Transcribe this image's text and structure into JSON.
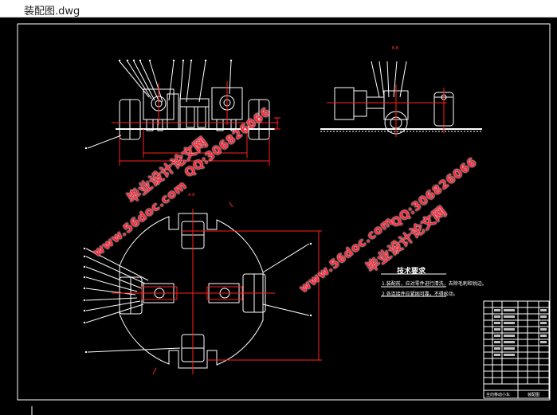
{
  "window": {
    "title": "装配图.dwg"
  },
  "drawing": {
    "section_label_top": "B-B",
    "section_label_middle": "A-A",
    "tech_requirements_title": "技术要求",
    "notes": [
      "1.装配前，应对零件进行清洗，去除毛刺和锐边。",
      "2.各连接件应紧固可靠，不得松动。"
    ]
  },
  "watermarks": [
    {
      "text": "毕业设计论文网"
    },
    {
      "text": "QQ:306826066"
    },
    {
      "text": "www.56doc.com"
    },
    {
      "text": "QQ:306826066"
    },
    {
      "text": "www.56doc.com"
    },
    {
      "text": "毕业设计论文网"
    }
  ],
  "title_block": {
    "bottom_left": "全向移动小车",
    "bottom_right": "装配图"
  },
  "colors": {
    "background": "#000000",
    "dimension": "#ff2020",
    "lines": "#ffffff",
    "watermark": "#ff2a3c"
  }
}
